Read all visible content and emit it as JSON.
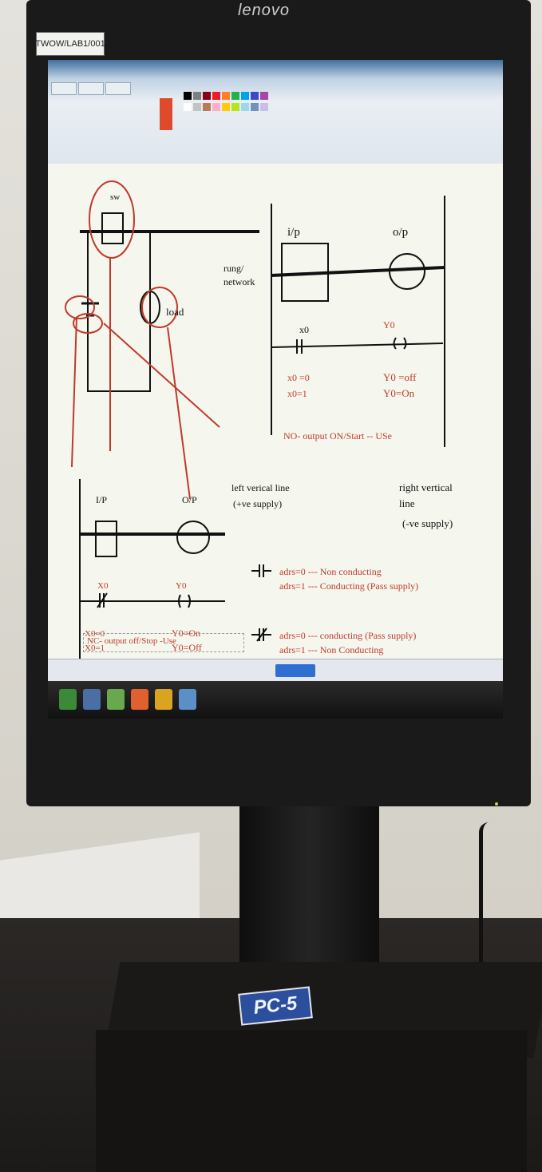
{
  "monitor": {
    "brand": "lenovo",
    "asset_tag": "TWOW/LAB1/001"
  },
  "diagram": {
    "labels": {
      "switch": "sw",
      "load": "load",
      "rung": "rung/",
      "network": "network",
      "ip": "i/p",
      "op": "o/p",
      "ip_upper": "I/P",
      "op_upper": "O/P",
      "left_line": "left verical line",
      "left_supply": "(+ve supply)",
      "right_line_1": "right vertical",
      "right_line_2": "line",
      "right_supply": "(-ve supply)"
    },
    "no_rung": {
      "contact": "x0",
      "coil": "Y0",
      "state_1_left": "x0 =0",
      "state_1_right": "Y0 =off",
      "state_2_left": "x0=1",
      "state_2_right": "Y0=On",
      "usage": "NO- output ON/Start -- USe"
    },
    "nc_rung": {
      "contact": "X0",
      "coil": "Y0",
      "state_1_left": "X0=0",
      "state_1_right": "Y0=On",
      "state_2_left": "X0=1",
      "state_2_right": "Y0=Off",
      "usage": "NC- output off/Stop -Use"
    },
    "notes": {
      "no_line_1": "adrs=0 --- Non conducting",
      "no_line_2": "adrs=1 --- Conducting (Pass supply)",
      "nc_line_1": "adrs=0 --- conducting (Pass supply)",
      "nc_line_2": "adrs=1 --- Non Conducting"
    }
  },
  "sticker": {
    "label": "PC-5"
  },
  "colors": {
    "ink_red": "#c0392b",
    "ink_black": "#111111",
    "screen_bg": "#f5f7ee"
  }
}
